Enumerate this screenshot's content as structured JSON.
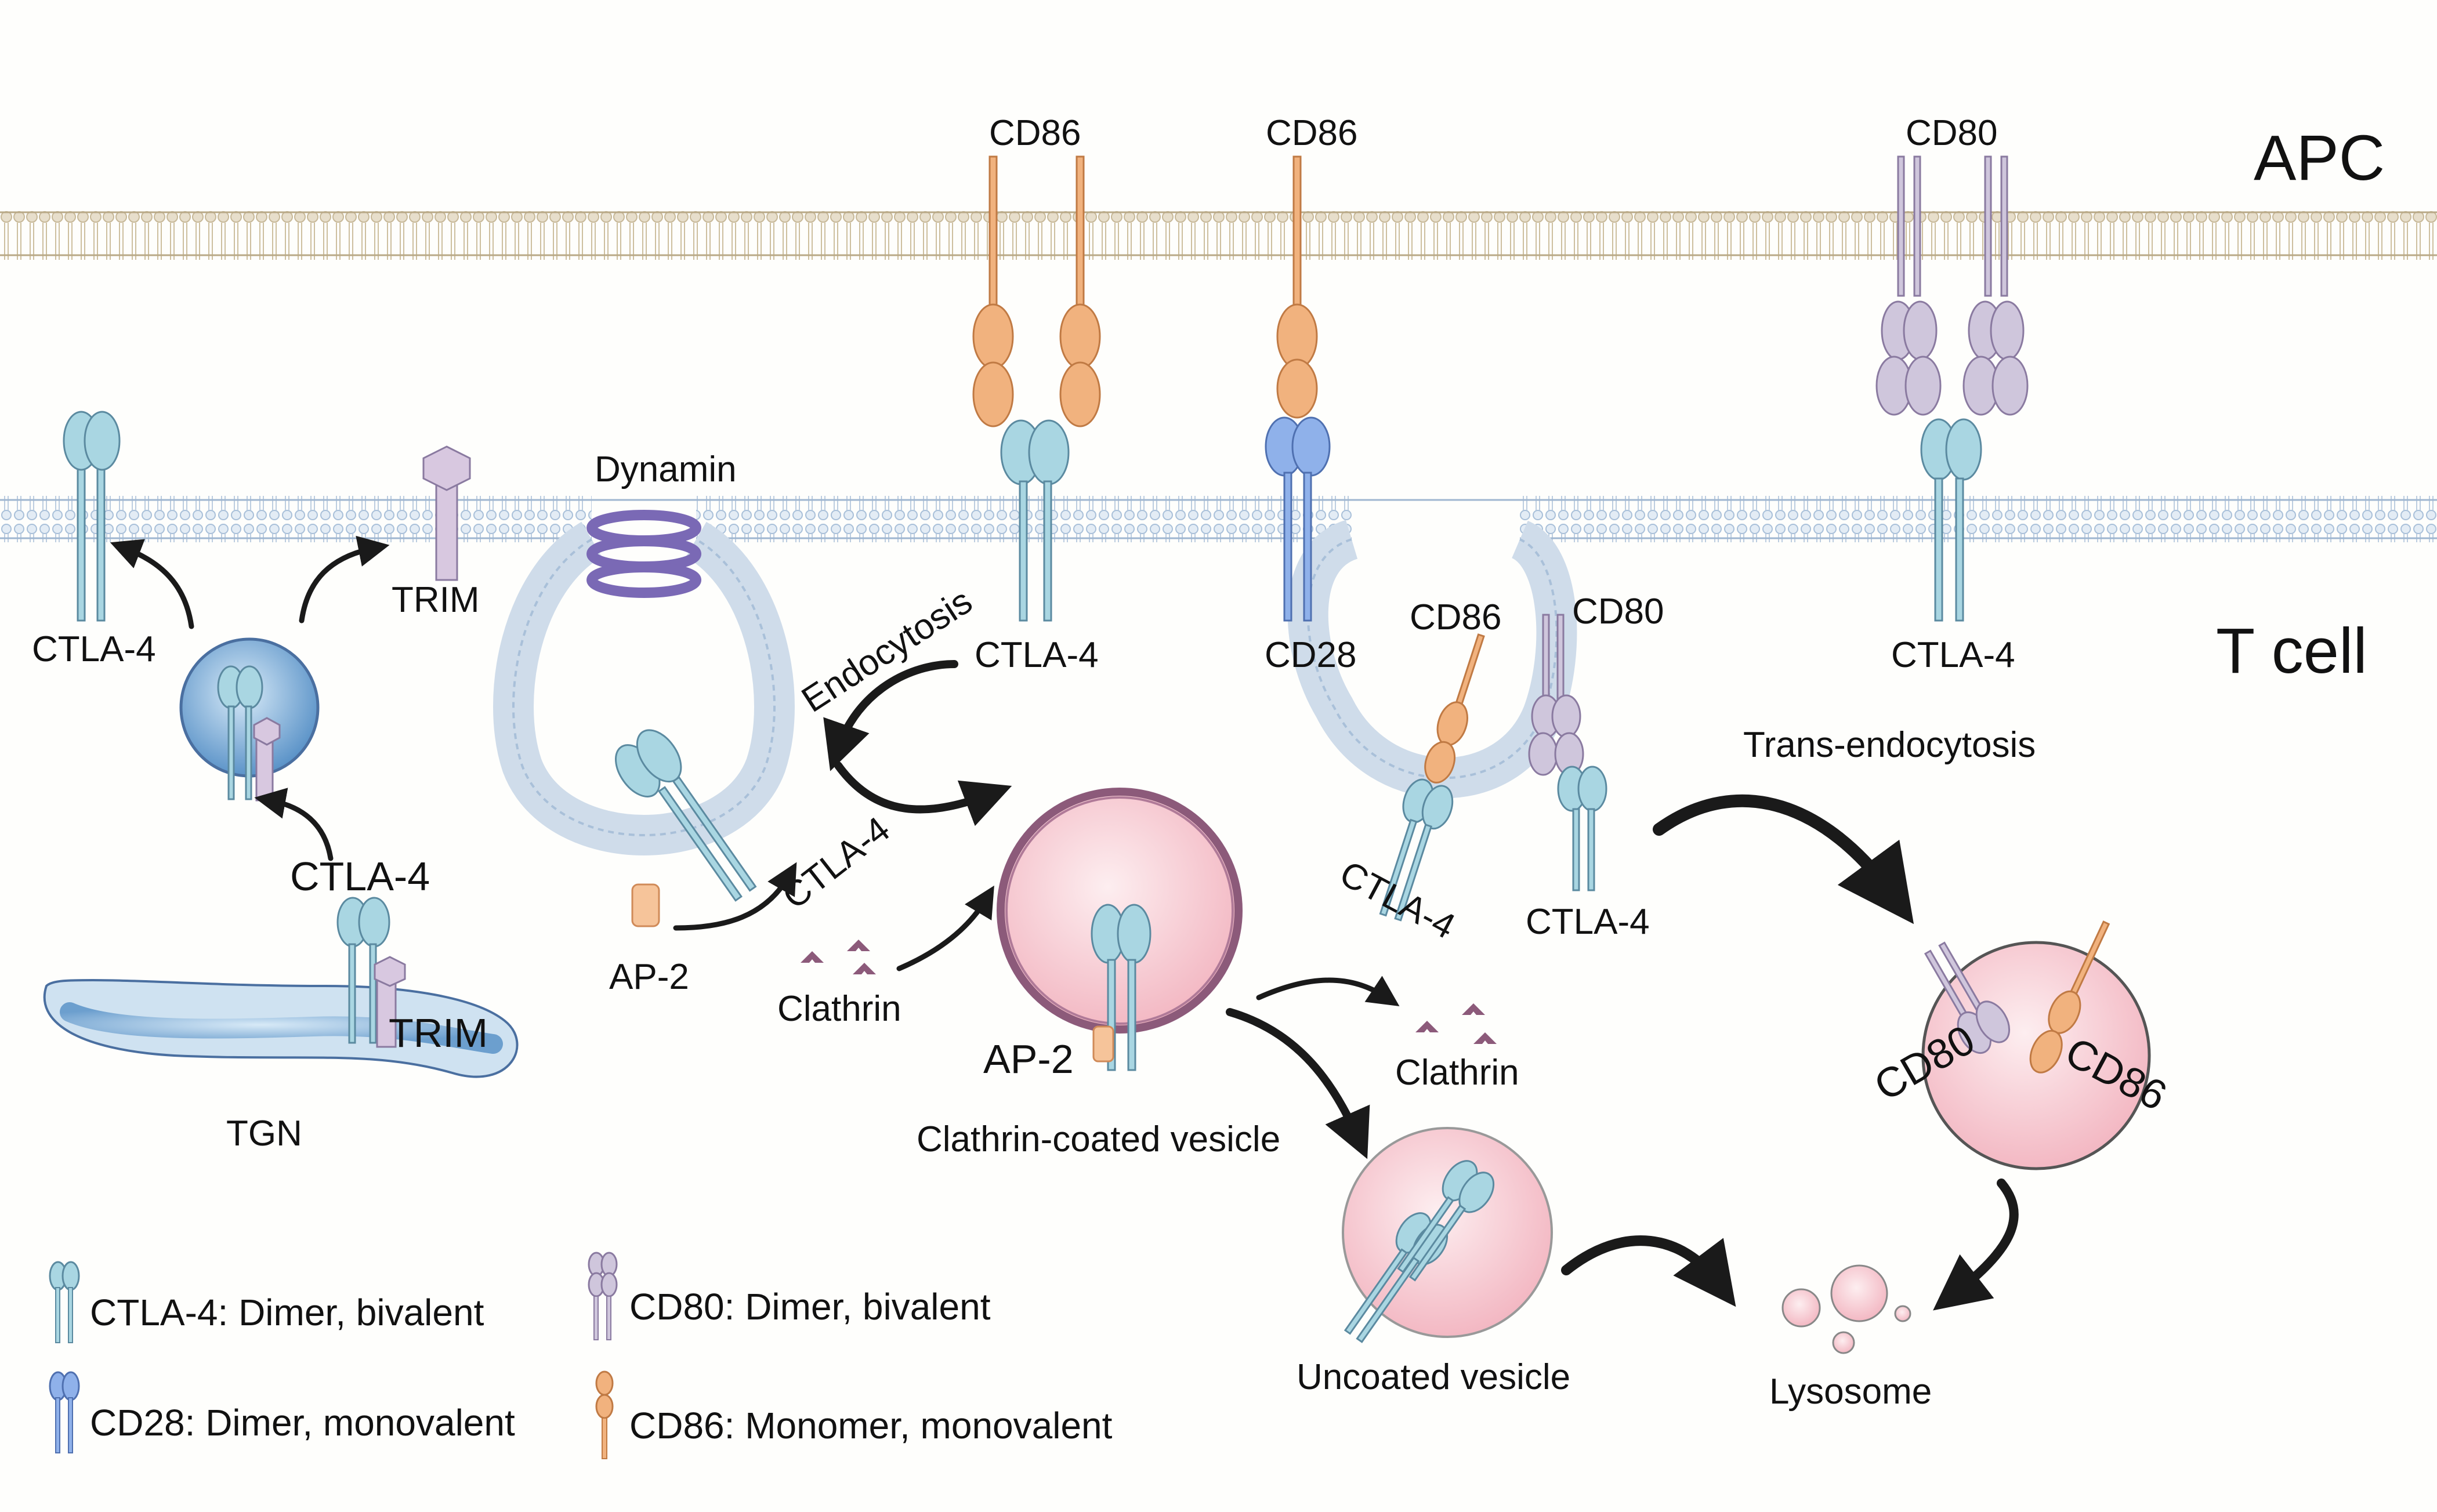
{
  "regions": {
    "apc": "APC",
    "t_cell": "T cell"
  },
  "labels": {
    "cd86_a": "CD86",
    "cd86_b": "CD86",
    "cd80_top": "CD80",
    "dynamin": "Dynamin",
    "endocytosis": "Endocytosis",
    "ctla4_left": "CTLA-4",
    "trim_membrane": "TRIM",
    "ctla4_mid": "CTLA-4",
    "cd28": "CD28",
    "ctla4_right": "CTLA-4",
    "cd86_pocket": "CD86",
    "cd80_pocket": "CD80",
    "trans_endocytosis": "Trans-endocytosis",
    "ctla4_tgn": "CTLA-4",
    "trim_tgn": "TRIM",
    "tgn": "TGN",
    "ctla4_vesicle": "CTLA-4",
    "ap2_small": "AP-2",
    "clathrin_left": "Clathrin",
    "ap2_vesicle": "AP-2",
    "clathrin_coated_vesicle": "Clathrin-coated vesicle",
    "clathrin_right": "Clathrin",
    "ctla4_pocket_a": "CTLA-4",
    "ctla4_pocket_b": "CTLA-4",
    "cd80_lys": "CD80",
    "cd86_lys": "CD86",
    "uncoated_vesicle": "Uncoated vesicle",
    "lysosome": "Lysosome"
  },
  "legend": [
    {
      "icon": "ctla4",
      "text": "CTLA-4: Dimer, bivalent"
    },
    {
      "icon": "cd28",
      "text": "CD28: Dimer, monovalent"
    },
    {
      "icon": "cd80",
      "text": "CD80: Dimer, bivalent"
    },
    {
      "icon": "cd86",
      "text": "CD86: Monomer, monovalent"
    }
  ],
  "colors": {
    "apc_membrane": "#d9cfb8",
    "tcell_membrane": "#cfdcea",
    "ctla4": "#a9d6e2",
    "cd28": "#8fb1ea",
    "cd80": "#cfc6dc",
    "cd86": "#f1b27e",
    "trim": "#d8c8e0",
    "clathrin": "#8c5a7a",
    "vesicle": "#f6cfd6",
    "tgn": "#6fa3d3"
  }
}
